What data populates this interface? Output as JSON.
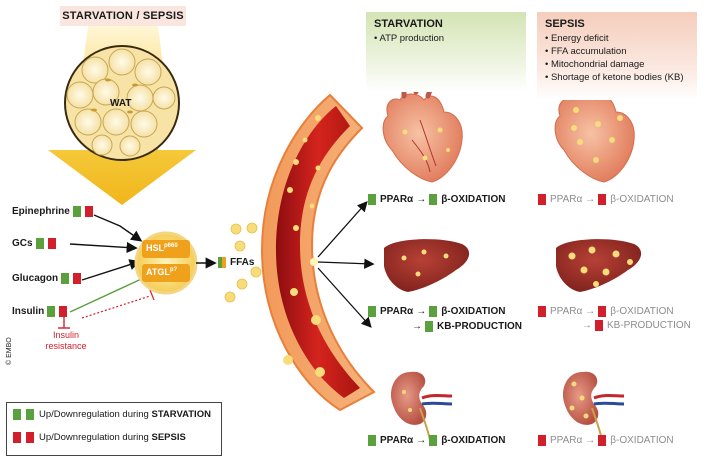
{
  "top_label": "STARVATION / SEPSIS",
  "wat_label": "WAT",
  "hormones": [
    {
      "name": "Epinephrine"
    },
    {
      "name": "GCs"
    },
    {
      "name": "Glucagon"
    },
    {
      "name": "Insulin"
    }
  ],
  "insulin_resistance": "Insulin\nresistance",
  "hsl": {
    "base": "HSL",
    "sup": "p660"
  },
  "atgl": {
    "base": "ATGL",
    "sup": "p?"
  },
  "ffa_label": "FFAs",
  "starvation": {
    "header": "STARVATION",
    "bullets": [
      "ATP production"
    ]
  },
  "sepsis": {
    "header": "SEPSIS",
    "bullets": [
      "Energy deficit",
      "FFA accumulation",
      "Mitochondrial damage",
      "Shortage of ketone bodies (KB)"
    ]
  },
  "pathway": {
    "ppara": "PPARα",
    "boxidation": "β-OXIDATION",
    "kb": "KB-PRODUCTION"
  },
  "legend": {
    "starv_text": "Up/Downregulation during ",
    "starv_bold": "STARVATION",
    "seps_text": "Up/Downregulation during ",
    "seps_bold": "SEPSIS"
  },
  "credit": "© EMBO",
  "colors": {
    "green": "#5aa13d",
    "red": "#d21f2c",
    "grey": "#8d8d8d"
  }
}
